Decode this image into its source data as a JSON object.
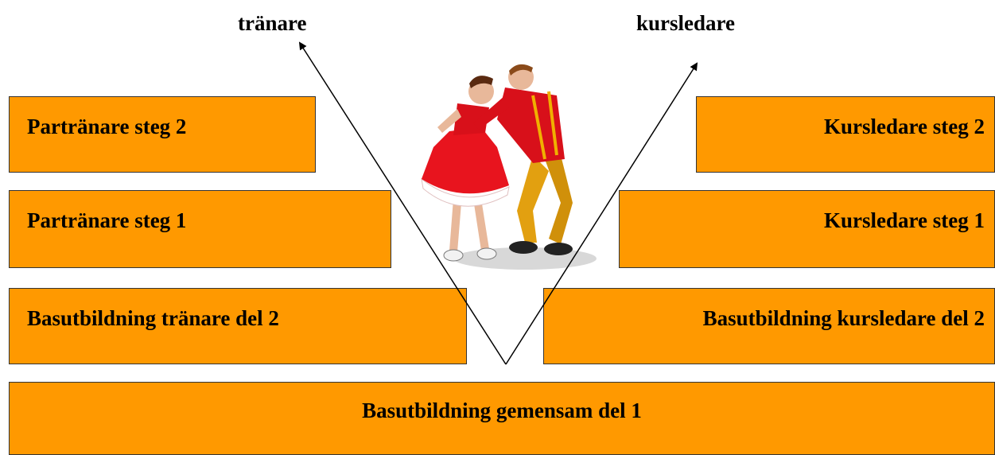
{
  "labels": {
    "left_top": "tränare",
    "right_top": "kursledare"
  },
  "boxes": {
    "partranare_2": "Partränare steg 2",
    "partranare_1": "Partränare steg 1",
    "bas_tranare_2": "Basutbildning tränare del 2",
    "kursledare_2": "Kursledare steg 2",
    "kursledare_1": "Kursledare steg 1",
    "bas_kursledare_2": "Basutbildning kursledare del 2",
    "bas_gemensam_1": "Basutbildning gemensam del 1"
  },
  "colors": {
    "box_fill": "#ff9900",
    "box_border": "#333333",
    "arrow": "#000000"
  },
  "icons": {
    "dancers": "dancing-couple-illustration"
  }
}
